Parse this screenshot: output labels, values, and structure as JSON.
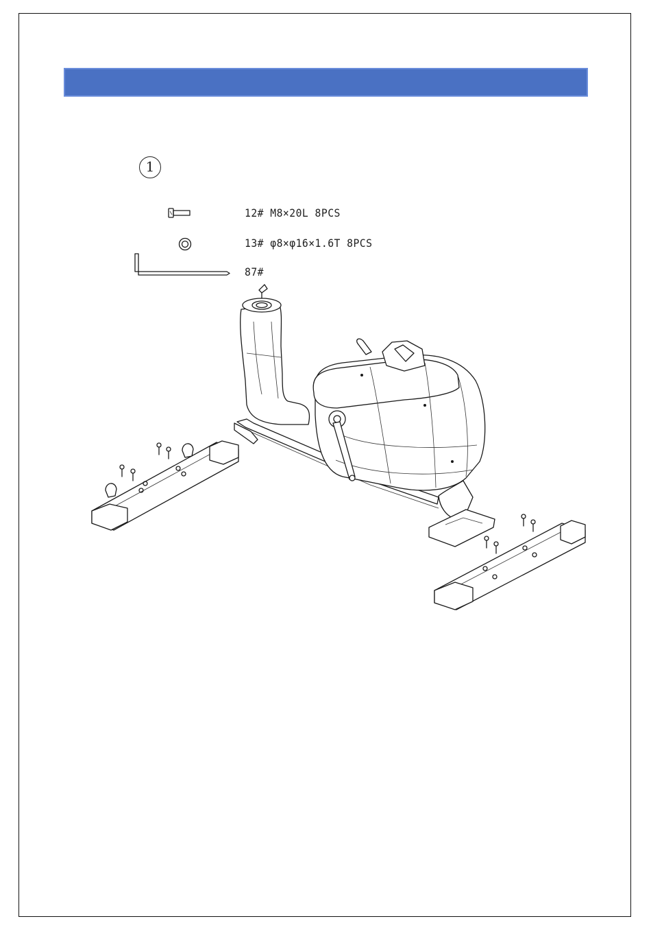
{
  "step": {
    "number": "1"
  },
  "parts": [
    {
      "icon": "bolt-icon",
      "label": "12# M8×20L 8PCS"
    },
    {
      "icon": "washer-icon",
      "label": "13# φ8×φ16×1.6T 8PCS"
    },
    {
      "icon": "allen-key-icon",
      "label": "87#"
    }
  ],
  "colors": {
    "header_bar": "#4a71c3",
    "line": "#1a1a1a"
  }
}
